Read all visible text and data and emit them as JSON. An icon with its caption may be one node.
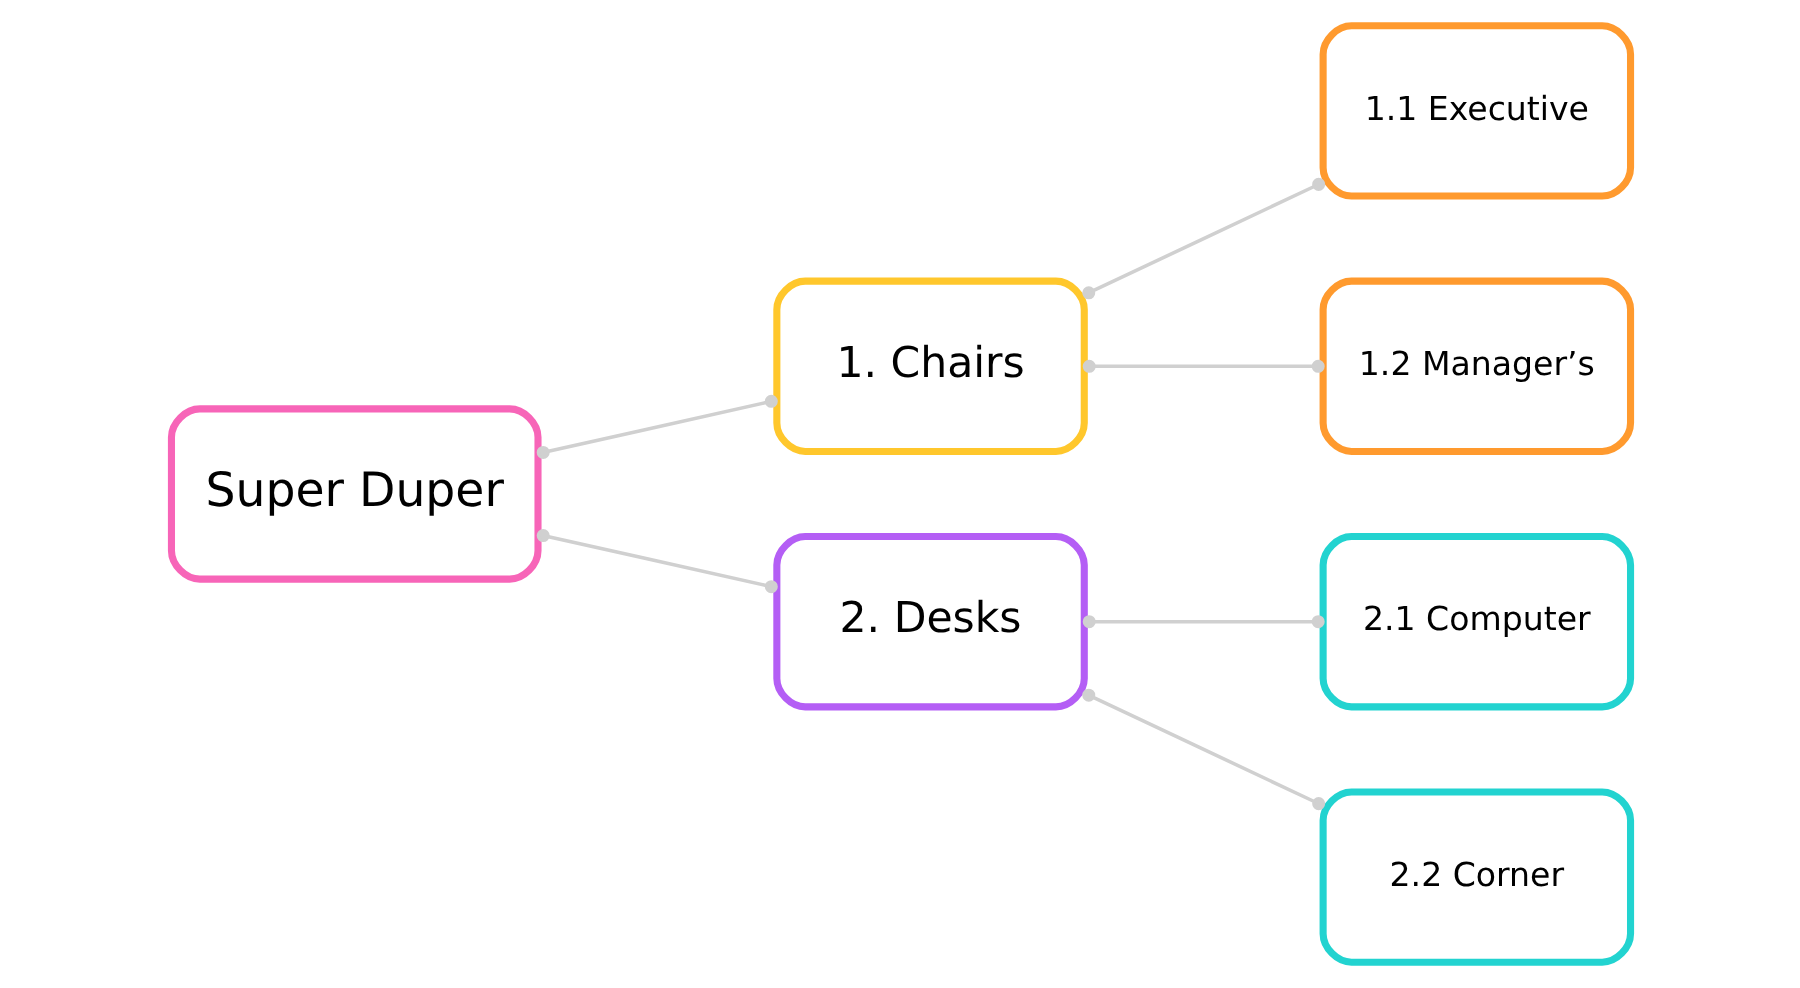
{
  "diagram": {
    "nodes": [
      {
        "text": [
          "Super Duper"
        ]
      },
      {
        "text": [
          "1. Chairs"
        ]
      },
      {
        "text": [
          "1.1 Executive"
        ]
      },
      {
        "text": [
          "1.2 Manager’s"
        ]
      },
      {
        "text": [
          "2. Desks"
        ]
      },
      {
        "text": [
          "2.1 Computer"
        ]
      },
      {
        "text": [
          "2.2 Corner"
        ]
      }
    ],
    "edges": [
      {
        "from": 0,
        "to": 1,
        "arrow": "other"
      },
      {
        "from": 0,
        "to": 4,
        "arrow": "other"
      },
      {
        "from": 1,
        "to": 2,
        "arrow": "other"
      },
      {
        "from": 1,
        "to": 3,
        "arrow": "other"
      },
      {
        "from": 4,
        "to": 5,
        "arrow": "other"
      },
      {
        "from": 4,
        "to": 6,
        "arrow": "other"
      }
    ]
  }
}
